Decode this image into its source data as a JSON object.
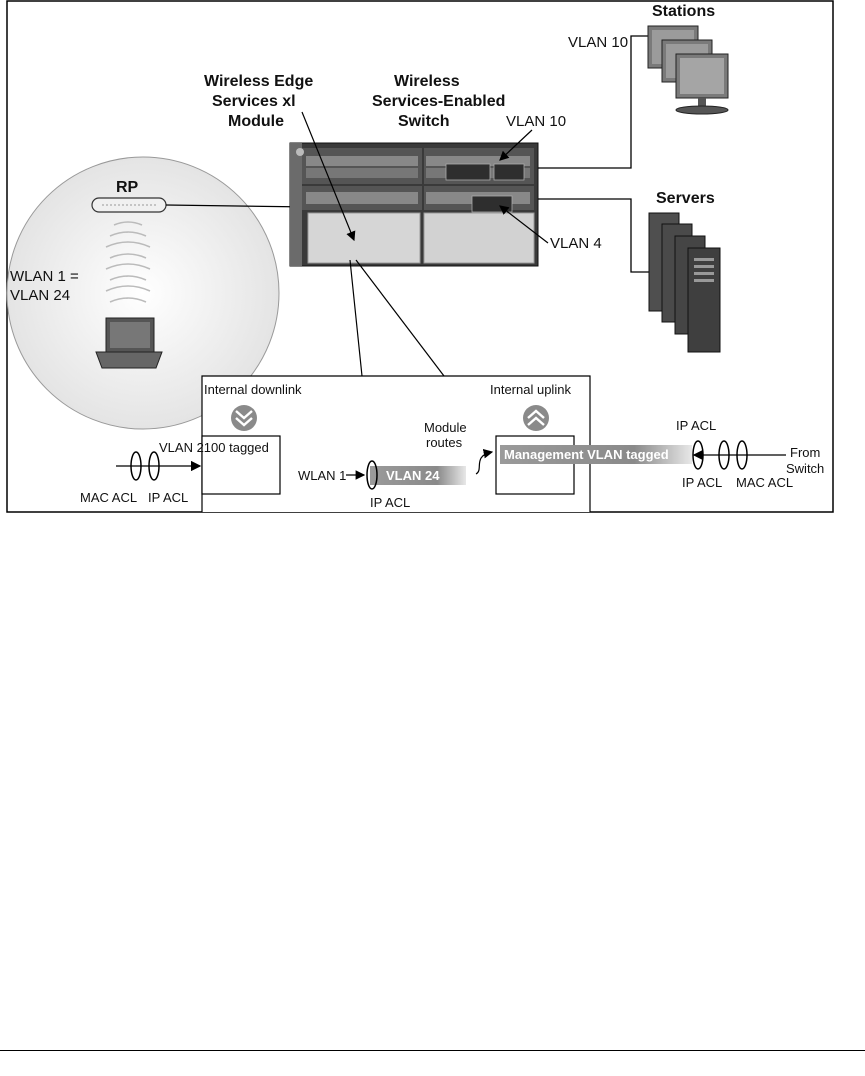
{
  "diagram": {
    "devices": {
      "stations": "Stations",
      "servers": "Servers",
      "rp": "RP",
      "module": [
        "Wireless Edge",
        "Services xl",
        "Module"
      ],
      "switch": [
        "Wireless",
        "Services-Enabled",
        "Switch"
      ]
    },
    "vlans": {
      "stations_vlan": "VLAN 10",
      "switch_vlan": "VLAN 10",
      "servers_vlan": "VLAN 4",
      "wlan_mapping": [
        "WLAN 1 =",
        "VLAN 24"
      ]
    },
    "detail": {
      "internal_downlink": "Internal downlink",
      "internal_uplink": "Internal uplink",
      "vlan_2100_tagged": "VLAN 2100 tagged",
      "wlan_1": "WLAN 1",
      "vlan_24_band": "VLAN 24",
      "ip_acl_middle": "IP ACL",
      "module_routes": [
        "Module",
        "routes"
      ],
      "mgmt_vlan_band": "Management VLAN tagged",
      "ip_acl_right_top": "IP ACL",
      "ip_acl_right_bottom": "IP ACL",
      "mac_acl_right": "MAC ACL",
      "from_switch": [
        "From",
        "Switch"
      ],
      "mac_acl_left": "MAC ACL",
      "ip_acl_left": "IP ACL"
    }
  }
}
